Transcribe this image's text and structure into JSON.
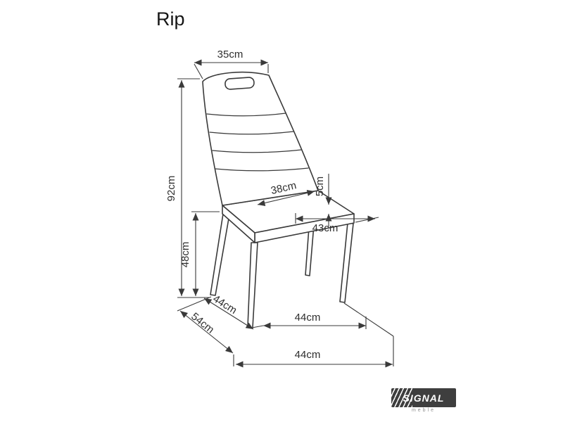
{
  "title": "Rip",
  "dims": {
    "backrest_width": "35cm",
    "total_height": "92cm",
    "seat_height": "48cm",
    "seat_depth": "38cm",
    "seat_thickness": "5cm",
    "seat_width": "43cm",
    "footprint_side": "44cm",
    "total_depth": "54cm",
    "footprint_front": "44cm",
    "footprint_width": "44cm"
  },
  "logo": {
    "brand": "SIGNAL",
    "sub": "meble"
  },
  "colors": {
    "ink": "#3a3a3a",
    "background": "#ffffff",
    "logo_bg": "#3e3e3e"
  }
}
